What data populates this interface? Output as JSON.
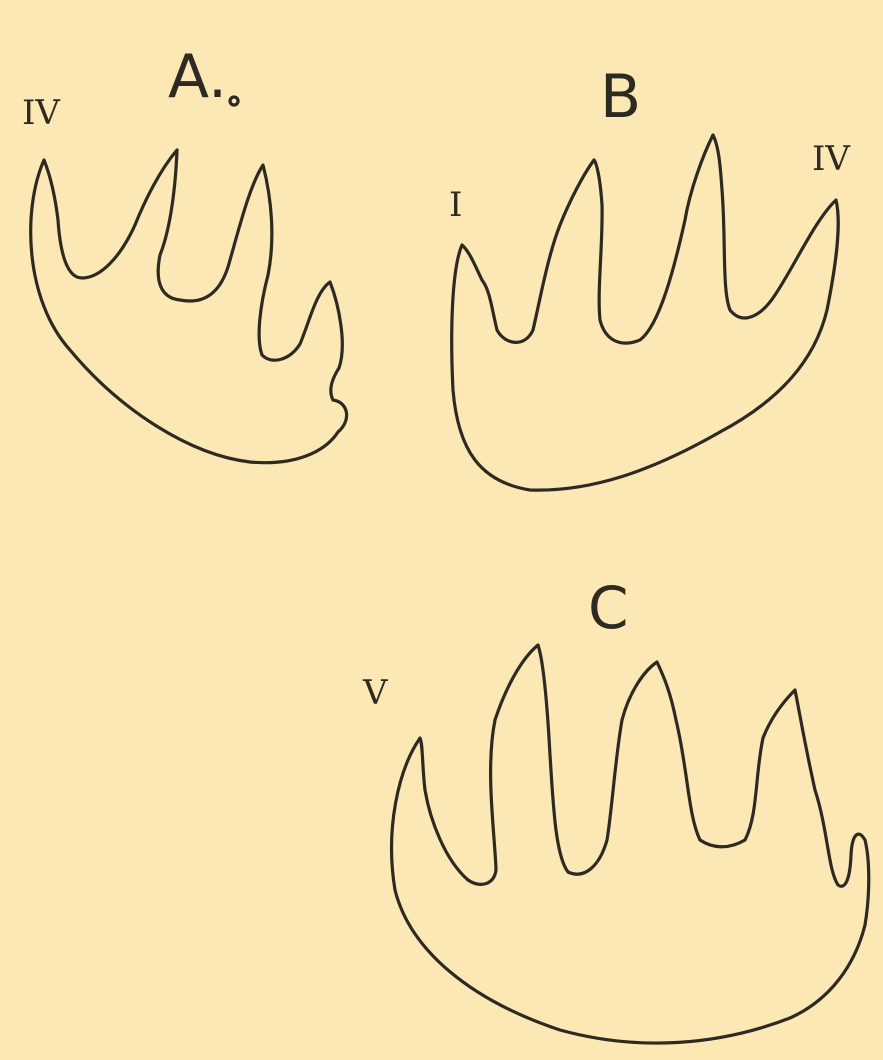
{
  "figures": [
    {
      "letter": "A.",
      "digit_label": "IV"
    },
    {
      "letter": "B",
      "digit_labels": [
        "I",
        "IV"
      ]
    },
    {
      "letter": "C",
      "digit_label": "V"
    }
  ],
  "colors": {
    "paper": "#fbe8b4",
    "ink": "#2e2a22"
  }
}
